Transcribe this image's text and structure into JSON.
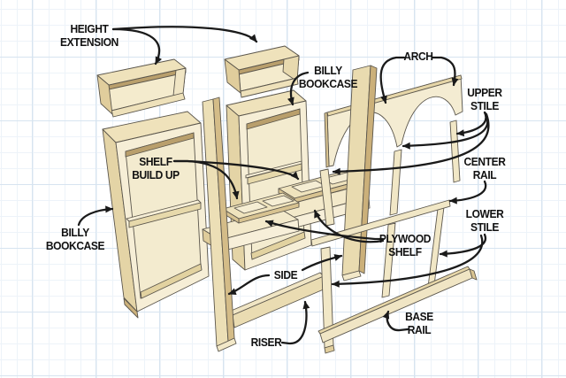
{
  "diagram": {
    "labels": {
      "height_extension": "HEIGHT\nEXTENSION",
      "billy_bookcase_top": "BILLY\nBOOKCASE",
      "arch": "ARCH",
      "upper_stile": "UPPER\nSTILE",
      "center_rail": "CENTER\nRAIL",
      "lower_stile": "LOWER\nSTILE",
      "plywood_shelf": "PLYWOOD\nSHELF",
      "shelf_build_up": "SHELF\nBUILD UP",
      "billy_bookcase_left": "BILLY\nBOOKCASE",
      "side": "SIDE",
      "riser": "RISER",
      "base_rail": "BASE\nRAIL"
    },
    "colors": {
      "wood_face": "#f6eed6",
      "wood_top": "#efe2bb",
      "wood_interior": "#f4ebcd",
      "wood_edge": "#d9c492",
      "wood_shadow": "#b99f6c",
      "outline": "#5b564c",
      "arrow": "#1a1a1a",
      "label_text": "#111111",
      "grid_minor": "#edf3f9",
      "grid_major": "#d7e4f0",
      "background": "#ffffff"
    }
  }
}
